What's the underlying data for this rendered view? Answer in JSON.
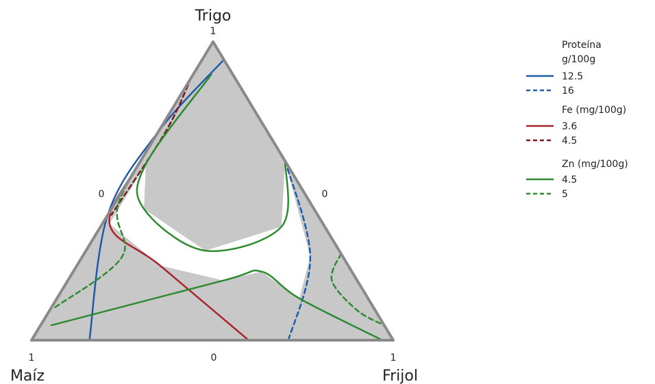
{
  "chart_data": {
    "type": "ternary-contour",
    "vertices": {
      "top": "Trigo",
      "left": "Maíz",
      "right": "Frijol"
    },
    "tick_labels": {
      "top": "1",
      "left": "1",
      "right": "1",
      "left_side_mid": "0",
      "right_side_mid": "0",
      "bottom_side_mid": "0"
    },
    "feasible_region_color": "#ffffff",
    "infeasible_region_color": "#c8c8c8",
    "legend": {
      "placement": "right",
      "groups": [
        {
          "title": "Proteína g/100g",
          "color": "#1f5aa6",
          "items": [
            {
              "label": "12.5",
              "style": "solid"
            },
            {
              "label": "16",
              "style": "dashed"
            }
          ]
        },
        {
          "title": "Fe (mg/100g)",
          "color": "#a8242e",
          "items": [
            {
              "label": "3.6",
              "style": "solid"
            },
            {
              "label": "4.5",
              "style": "dashed"
            }
          ]
        },
        {
          "title": "Zn (mg/100g)",
          "color": "#2e8a2e",
          "items": [
            {
              "label": "4.5",
              "style": "solid"
            },
            {
              "label": "5",
              "style": "dashed"
            }
          ]
        }
      ]
    },
    "contours": [
      {
        "variable": "Proteína",
        "level": 12.5,
        "style": "solid",
        "color": "#1f5aa6",
        "points": [
          {
            "trigo": 0.94,
            "frijol": 0.06,
            "maiz": 0.0
          },
          {
            "trigo": 0.7,
            "frijol": 0.0,
            "maiz": 0.3
          },
          {
            "trigo": 0.42,
            "frijol": 0.0,
            "maiz": 0.58
          },
          {
            "trigo": 0.0,
            "frijol": 0.16,
            "maiz": 0.84
          }
        ]
      },
      {
        "variable": "Proteína",
        "level": 16,
        "style": "dashed",
        "color": "#1f5aa6",
        "points": [
          {
            "trigo": 0.6,
            "frijol": 0.4,
            "maiz": 0.0
          },
          {
            "trigo": 0.28,
            "frijol": 0.63,
            "maiz": 0.09
          },
          {
            "trigo": 0.0,
            "frijol": 0.71,
            "maiz": 0.29
          }
        ]
      },
      {
        "variable": "Fe",
        "level": 3.6,
        "style": "solid",
        "color": "#a8242e",
        "points": [
          {
            "trigo": 0.88,
            "frijol": 0.0,
            "maiz": 0.12
          },
          {
            "trigo": 0.6,
            "frijol": 0.0,
            "maiz": 0.4
          },
          {
            "trigo": 0.39,
            "frijol": 0.02,
            "maiz": 0.59
          },
          {
            "trigo": 0.25,
            "frijol": 0.23,
            "maiz": 0.52
          },
          {
            "trigo": 0.0,
            "frijol": 0.6,
            "maiz": 0.4
          }
        ]
      },
      {
        "variable": "Fe",
        "level": 4.5,
        "style": "dashed",
        "color": "#7a1a20",
        "points": [
          {
            "trigo": 0.88,
            "frijol": 0.0,
            "maiz": 0.12
          },
          {
            "trigo": 0.7,
            "frijol": 0.02,
            "maiz": 0.28
          },
          {
            "trigo": 0.42,
            "frijol": 0.01,
            "maiz": 0.57
          }
        ]
      },
      {
        "variable": "Zn",
        "level": 4.5,
        "style": "solid",
        "color": "#2e8a2e",
        "points": [
          {
            "trigo": 0.89,
            "frijol": 0.05,
            "maiz": 0.06
          },
          {
            "trigo": 0.59,
            "frijol": 0.02,
            "maiz": 0.39
          },
          {
            "trigo": 0.44,
            "frijol": 0.09,
            "maiz": 0.47
          },
          {
            "trigo": 0.3,
            "frijol": 0.33,
            "maiz": 0.37
          },
          {
            "trigo": 0.38,
            "frijol": 0.5,
            "maiz": 0.12
          },
          {
            "trigo": 0.6,
            "frijol": 0.4,
            "maiz": 0.0
          }
        ]
      },
      {
        "variable": "Zn",
        "level": 4.5,
        "style": "solid",
        "color": "#2e8a2e",
        "points": [
          {
            "trigo": 0.05,
            "frijol": 0.03,
            "maiz": 0.92
          },
          {
            "trigo": 0.2,
            "frijol": 0.43,
            "maiz": 0.37
          },
          {
            "trigo": 0.23,
            "frijol": 0.52,
            "maiz": 0.25
          },
          {
            "trigo": 0.14,
            "frijol": 0.67,
            "maiz": 0.19
          },
          {
            "trigo": 0.0,
            "frijol": 0.97,
            "maiz": 0.03
          }
        ]
      },
      {
        "variable": "Zn",
        "level": 5,
        "style": "dashed",
        "color": "#2e8a2e",
        "points": [
          {
            "trigo": 0.76,
            "frijol": 0.0,
            "maiz": 0.24
          },
          {
            "trigo": 0.46,
            "frijol": 0.01,
            "maiz": 0.53
          },
          {
            "trigo": 0.28,
            "frijol": 0.11,
            "maiz": 0.61
          },
          {
            "trigo": 0.11,
            "frijol": 0.01,
            "maiz": 0.88
          }
        ]
      },
      {
        "variable": "Zn",
        "level": 5,
        "style": "dashed",
        "color": "#2e8a2e",
        "points": [
          {
            "trigo": 0.29,
            "frijol": 0.71,
            "maiz": 0.0
          },
          {
            "trigo": 0.2,
            "frijol": 0.73,
            "maiz": 0.07
          },
          {
            "trigo": 0.1,
            "frijol": 0.85,
            "maiz": 0.05
          },
          {
            "trigo": 0.05,
            "frijol": 0.95,
            "maiz": 0.0
          }
        ]
      }
    ],
    "feasible_region": [
      {
        "trigo": 0.59,
        "frijol": 0.02,
        "maiz": 0.39
      },
      {
        "trigo": 0.44,
        "frijol": 0.09,
        "maiz": 0.47
      },
      {
        "trigo": 0.3,
        "frijol": 0.33,
        "maiz": 0.37
      },
      {
        "trigo": 0.38,
        "frijol": 0.5,
        "maiz": 0.12
      },
      {
        "trigo": 0.6,
        "frijol": 0.4,
        "maiz": 0.0
      },
      {
        "trigo": 0.28,
        "frijol": 0.63,
        "maiz": 0.09
      },
      {
        "trigo": 0.14,
        "frijol": 0.67,
        "maiz": 0.19
      },
      {
        "trigo": 0.23,
        "frijol": 0.52,
        "maiz": 0.25
      },
      {
        "trigo": 0.2,
        "frijol": 0.43,
        "maiz": 0.37
      },
      {
        "trigo": 0.25,
        "frijol": 0.23,
        "maiz": 0.52
      },
      {
        "trigo": 0.39,
        "frijol": 0.02,
        "maiz": 0.59
      }
    ]
  }
}
